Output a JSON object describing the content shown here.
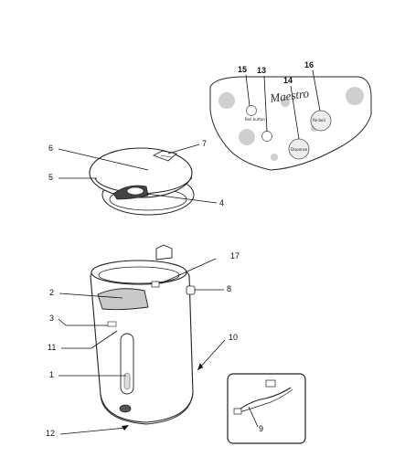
{
  "control_panel": {
    "brand": "Maestro",
    "button_labels": {
      "boil": "Boil button",
      "reboil": "Re-boil",
      "dispense": "Dispense"
    },
    "numbers": {
      "n15": "15",
      "n13": "13",
      "n14": "14",
      "n16": "16"
    }
  },
  "callouts": {
    "c1": "1",
    "c2": "2",
    "c3": "3",
    "c4": "4",
    "c5": "5",
    "c6": "6",
    "c7": "7",
    "c8": "8",
    "c9": "9",
    "c10": "10",
    "c11": "11",
    "c12": "12",
    "c17": "17"
  }
}
